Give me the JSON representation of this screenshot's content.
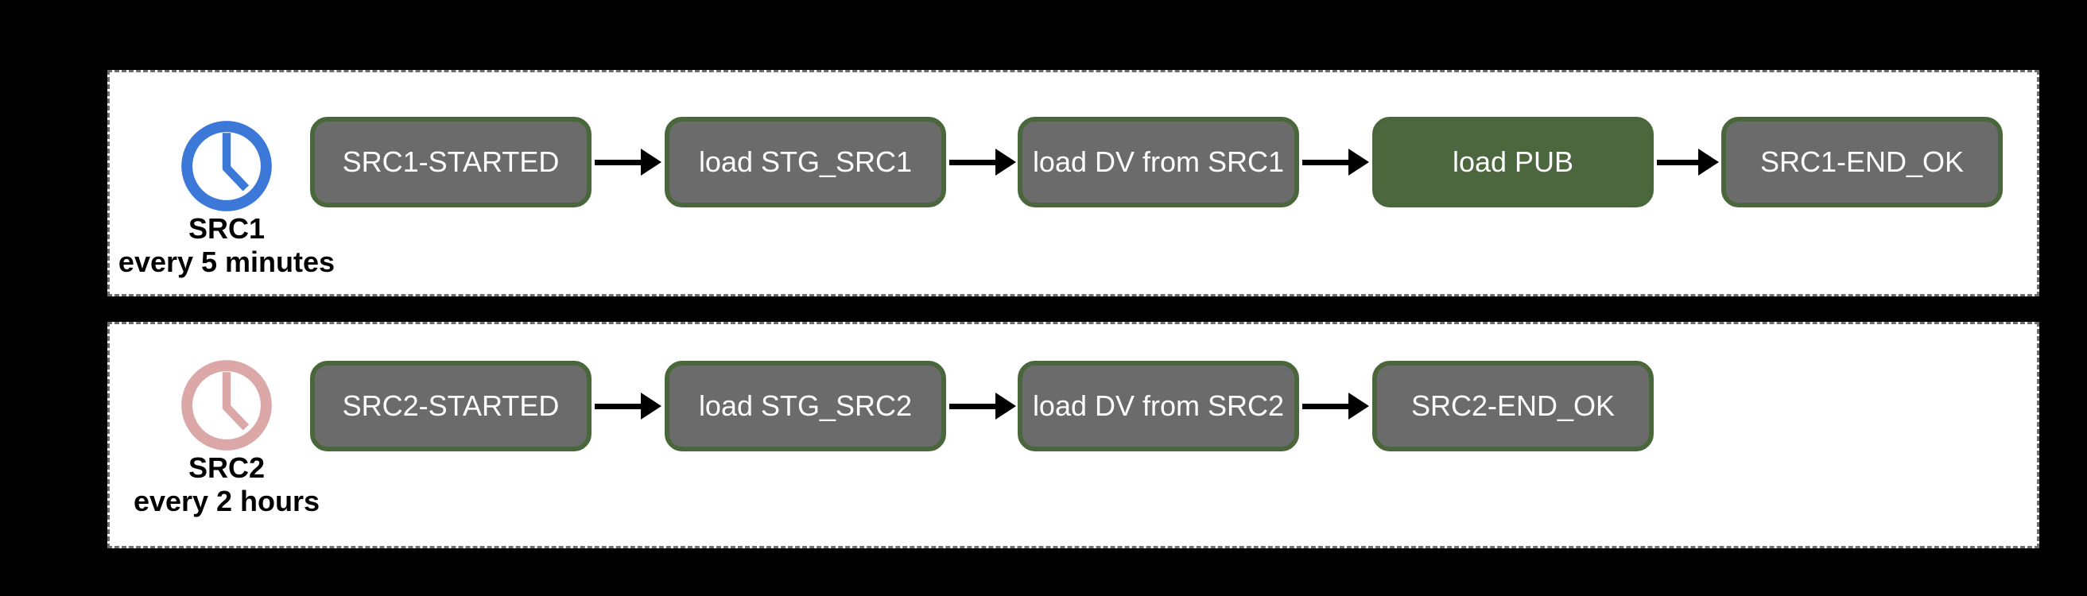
{
  "colors": {
    "background": "#000000",
    "panel_bg": "#ffffff",
    "panel_border": "#6e6e6e",
    "node_fill_gray": "#6b6b6b",
    "node_fill_green": "#4c663e",
    "node_border_green": "#4a673c",
    "node_text": "#ffffff",
    "arrow": "#000000"
  },
  "pipelines": [
    {
      "schedule": {
        "icon": "clock-icon",
        "clock_color": "#3c78d8",
        "name": "SRC1",
        "interval": "every 5 minutes"
      },
      "nodes": [
        {
          "label": "SRC1-STARTED",
          "type": "gray"
        },
        {
          "label": "load STG_SRC1",
          "type": "gray"
        },
        {
          "label": "load DV from SRC1",
          "type": "gray"
        },
        {
          "label": "load PUB",
          "type": "green"
        },
        {
          "label": "SRC1-END_OK",
          "type": "gray"
        }
      ]
    },
    {
      "schedule": {
        "icon": "clock-icon",
        "clock_color": "#dca7a7",
        "name": "SRC2",
        "interval": "every 2 hours"
      },
      "nodes": [
        {
          "label": "SRC2-STARTED",
          "type": "gray"
        },
        {
          "label": "load STG_SRC2",
          "type": "gray"
        },
        {
          "label": "load DV from SRC2",
          "type": "gray"
        },
        {
          "label": "SRC2-END_OK",
          "type": "gray"
        }
      ]
    }
  ]
}
